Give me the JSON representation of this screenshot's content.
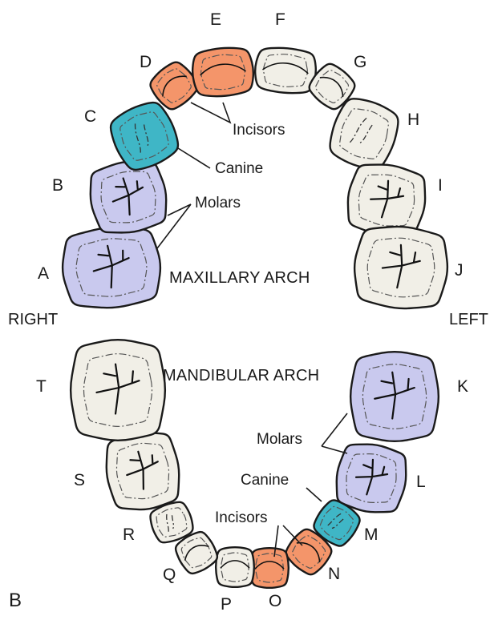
{
  "colors": {
    "incisor": "#f4956a",
    "canine": "#3fb6c6",
    "molar": "#c9c9ee",
    "plain": "#f1efe7",
    "outline": "#1a1a1a"
  },
  "labels": {
    "panel": "B",
    "right": "RIGHT",
    "left": "LEFT",
    "maxillary": "MAXILLARY ARCH",
    "mandibular": "MANDIBULAR ARCH"
  },
  "callouts": {
    "upper_incisors": "Incisors",
    "upper_canine": "Canine",
    "upper_molars": "Molars",
    "lower_molars": "Molars",
    "lower_canine": "Canine",
    "lower_incisors": "Incisors"
  },
  "teeth": [
    {
      "letter": "A",
      "arch": "maxillary",
      "type": "molar",
      "highlight": true
    },
    {
      "letter": "B",
      "arch": "maxillary",
      "type": "molar",
      "highlight": true
    },
    {
      "letter": "C",
      "arch": "maxillary",
      "type": "canine",
      "highlight": true
    },
    {
      "letter": "D",
      "arch": "maxillary",
      "type": "incisor",
      "highlight": true
    },
    {
      "letter": "E",
      "arch": "maxillary",
      "type": "incisor",
      "highlight": true
    },
    {
      "letter": "F",
      "arch": "maxillary",
      "type": "incisor",
      "highlight": false
    },
    {
      "letter": "G",
      "arch": "maxillary",
      "type": "incisor",
      "highlight": false
    },
    {
      "letter": "H",
      "arch": "maxillary",
      "type": "canine",
      "highlight": false
    },
    {
      "letter": "I",
      "arch": "maxillary",
      "type": "molar",
      "highlight": false
    },
    {
      "letter": "J",
      "arch": "maxillary",
      "type": "molar",
      "highlight": false
    },
    {
      "letter": "K",
      "arch": "mandibular",
      "type": "molar",
      "highlight": true
    },
    {
      "letter": "L",
      "arch": "mandibular",
      "type": "molar",
      "highlight": true
    },
    {
      "letter": "M",
      "arch": "mandibular",
      "type": "canine",
      "highlight": true
    },
    {
      "letter": "N",
      "arch": "mandibular",
      "type": "incisor",
      "highlight": true
    },
    {
      "letter": "O",
      "arch": "mandibular",
      "type": "incisor",
      "highlight": true
    },
    {
      "letter": "P",
      "arch": "mandibular",
      "type": "incisor",
      "highlight": false
    },
    {
      "letter": "Q",
      "arch": "mandibular",
      "type": "incisor",
      "highlight": false
    },
    {
      "letter": "R",
      "arch": "mandibular",
      "type": "canine",
      "highlight": false
    },
    {
      "letter": "S",
      "arch": "mandibular",
      "type": "molar",
      "highlight": false
    },
    {
      "letter": "T",
      "arch": "mandibular",
      "type": "molar",
      "highlight": false
    }
  ]
}
